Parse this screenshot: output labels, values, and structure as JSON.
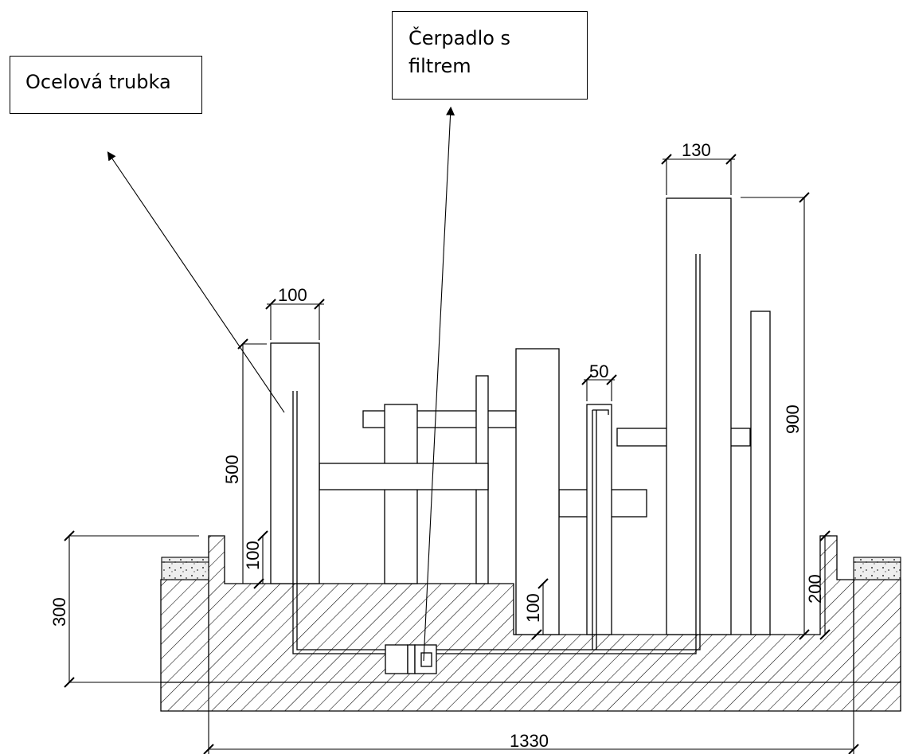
{
  "labels": {
    "steel_pipe": "Ocelová trubka",
    "pump_line1": "Čerpadlo s",
    "pump_line2": "filtrem"
  },
  "dimensions": {
    "width_100": "100",
    "width_50": "50",
    "width_130": "130",
    "height_500": "500",
    "height_900": "900",
    "height_300": "300",
    "height_200": "200",
    "depth_100_left": "100",
    "depth_100_mid": "100",
    "total_1330": "1330"
  },
  "colors": {
    "line": "#000000",
    "background": "#ffffff",
    "gravel": "#e6e6e6"
  }
}
